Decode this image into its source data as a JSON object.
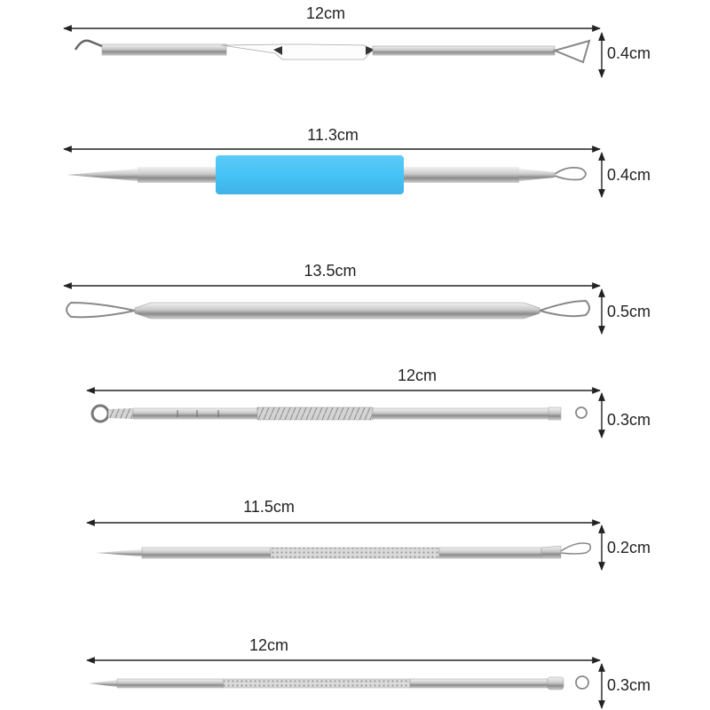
{
  "colors": {
    "background": "#ffffff",
    "line": "#222222",
    "metal_light": "#e4e4e4",
    "metal_mid": "#b8b8b8",
    "metal_dark": "#7a7a7a",
    "grip_blue": "#49c2f5"
  },
  "tools": [
    {
      "name": "hook-and-triangle-loop-tool",
      "length_label": "12cm",
      "diameter_label": "0.4cm"
    },
    {
      "name": "needle-and-loop-tool-blue-grip",
      "length_label": "11.3cm",
      "diameter_label": "0.4cm"
    },
    {
      "name": "double-loop-tool",
      "length_label": "13.5cm",
      "diameter_label": "0.5cm"
    },
    {
      "name": "round-extractor-and-loop-tool",
      "length_label": "12cm",
      "diameter_label": "0.3cm"
    },
    {
      "name": "lancet-and-loop-tool",
      "length_label": "11.5cm",
      "diameter_label": "0.2cm"
    },
    {
      "name": "needle-and-round-loop-tool",
      "length_label": "12cm",
      "diameter_label": "0.3cm"
    }
  ]
}
